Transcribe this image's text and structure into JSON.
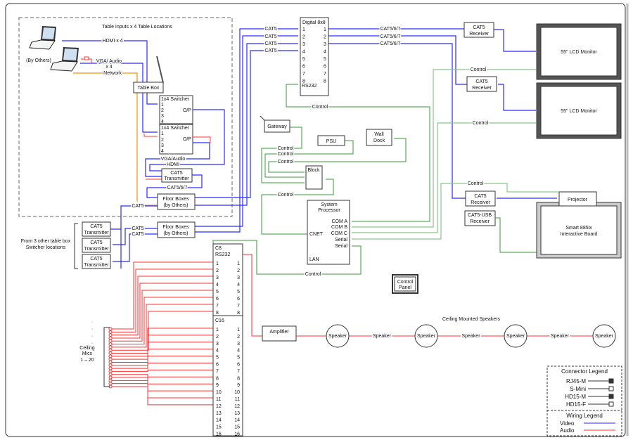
{
  "table_area": {
    "title": "Table Inputs x 4 Table Locations",
    "by_others": "(By Others)",
    "hdmi_label": "HDMI x 4",
    "vga_label_1": "VGA/ Audio",
    "vga_label_2": "x 4",
    "network_label": "Network",
    "table_box": "Table Box",
    "switcher_title": "1x4 Switcher",
    "switcher_ports": [
      "1",
      "2",
      "3",
      "4"
    ],
    "switcher_out": "O/P",
    "vga_audio": "VGA/Audio",
    "hdmi": "HDMI",
    "transmitter_1": "CAT5",
    "transmitter_2": "Transmitter",
    "cat567": "CAT5/6/7",
    "floor_boxes_1": "Floor Boxes",
    "floor_boxes_2": "(by Others)",
    "cat5": "CAT5"
  },
  "other_locations": {
    "label_1": "From 3 other table box",
    "label_2": "Switcher locations",
    "cat5_a": "CAT5",
    "cat5_b": "CAT5"
  },
  "matrix": {
    "title": "Digital 8x8",
    "inputs": [
      "1",
      "2",
      "3",
      "4",
      "5",
      "6",
      "7",
      "8"
    ],
    "outputs": [
      "1",
      "2",
      "3",
      "4",
      "5",
      "6",
      "7",
      "8"
    ],
    "rs232": "RS232",
    "input_cables": [
      "CAT5",
      "CAT5",
      "CAT5",
      "CAT5"
    ],
    "output_cables": [
      "CAT5/6/7",
      "CAT5/6/7",
      "CAT5/6/7"
    ]
  },
  "receiver": {
    "line1": "CAT5",
    "line2": "Receiver"
  },
  "usb_receiver": {
    "line1": "CAT5-USB",
    "line2": "Receiver"
  },
  "displays": {
    "monitor_1": "55\" LCD Monitor",
    "monitor_2": "55\" LCD Monitor",
    "projector": "Projector",
    "board_1": "Smart 885ix",
    "board_2": "Interactive Board"
  },
  "control": {
    "label": "Control",
    "gateway": "Gateway",
    "psu": "PSU",
    "wall_dock_1": "Wall",
    "wall_dock_2": "Dock",
    "block": "Block",
    "processor_1": "System",
    "processor_2": "Processor",
    "com_a": "COM A",
    "com_b": "COM B",
    "com_c": "COM C",
    "serial": "Serial",
    "cnet": "CNET",
    "lan": "LAN",
    "control_panel_1": "Control",
    "control_panel_2": "Panel"
  },
  "audio": {
    "c8_title": "C8",
    "c8_rs232": "RS232",
    "c8_ports": [
      "1",
      "2",
      "3",
      "4",
      "5",
      "6",
      "7",
      "8"
    ],
    "c16_title": "C16",
    "c16_ports": [
      "1",
      "2",
      "3",
      "4",
      "5",
      "6",
      "7",
      "8",
      "9",
      "10",
      "11",
      "12",
      "13",
      "14",
      "15",
      "16"
    ],
    "mics_1": "Ceiling",
    "mics_2": "Mics",
    "mics_3": "1 – 20",
    "mic_count": 20,
    "amplifier": "Amplifier",
    "speakers_title": "Ceiling Mounted Speakers",
    "speaker": "Speaker",
    "speaker_count": 4
  },
  "legend": {
    "connector_title": "Connector Legend",
    "connectors": [
      "RJ45-M",
      "S-Mini",
      "HD15-M",
      "HD15-F"
    ],
    "wiring_title": "Wiring Legend",
    "wiring": [
      {
        "label": "Video",
        "color": "#2a2aff"
      },
      {
        "label": "Audio",
        "color": "#ff3030"
      }
    ]
  },
  "colors": {
    "video": "#2a2aff",
    "audio": "#ff3030",
    "control": "#3a9a3a",
    "network": "#ffa030"
  }
}
